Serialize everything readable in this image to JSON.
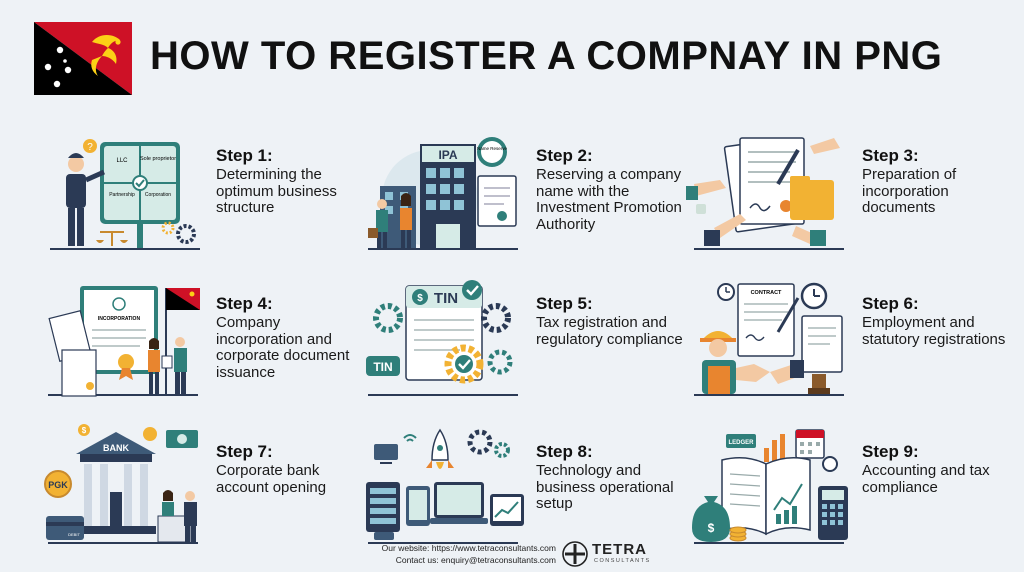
{
  "header": {
    "title": "HOW TO REGISTER A COMPNAY IN PNG",
    "flag_colors": {
      "red": "#ce1126",
      "black": "#000000",
      "gold": "#fcd116",
      "white": "#ffffff"
    }
  },
  "steps": [
    {
      "title": "Step 1:",
      "desc": "Determining the optimum business structure",
      "labels": {
        "llc": "LLC",
        "sole": "Sole proprietor",
        "partnership": "Partnership",
        "corporation": "Corporation"
      }
    },
    {
      "title": "Step 2:",
      "desc": "Reserving a company name with the Investment Promotion Authority",
      "labels": {
        "ipa": "IPA",
        "badge": "Name Reserve"
      }
    },
    {
      "title": "Step 3:",
      "desc": "Preparation of incorporation documents"
    },
    {
      "title": "Step 4:",
      "desc": "Company incorporation and corporate document issuance",
      "labels": {
        "cert": "INCORPORATION"
      }
    },
    {
      "title": "Step 5:",
      "desc": "Tax registration and regulatory compliance",
      "labels": {
        "tin": "TIN",
        "tin2": "TIN"
      }
    },
    {
      "title": "Step 6:",
      "desc": "Employment and statutory registrations",
      "labels": {
        "contract": "CONTRACT"
      }
    },
    {
      "title": "Step 7:",
      "desc": "Corporate bank account opening",
      "labels": {
        "bank": "BANK",
        "pgk": "PGK",
        "card": "DEBIT",
        "dollar": "$"
      }
    },
    {
      "title": "Step 8:",
      "desc": "Technology and business operational setup"
    },
    {
      "title": "Step 9:",
      "desc": "Accounting and tax compliance",
      "labels": {
        "ledger": "LEDGER",
        "dollar": "$"
      }
    }
  ],
  "footer": {
    "website": "Our website: https://www.tetraconsultants.com",
    "contact": "Contact us: enquiry@tetraconsultants.com",
    "brand": "TETRA",
    "brand_sub": "CONSULTANTS"
  },
  "colors": {
    "teal": "#2f7f7a",
    "teal_light": "#d6ebe7",
    "navy": "#2b3a55",
    "gold": "#f2b233",
    "orange": "#e8852f",
    "bg": "#eef2f6"
  }
}
